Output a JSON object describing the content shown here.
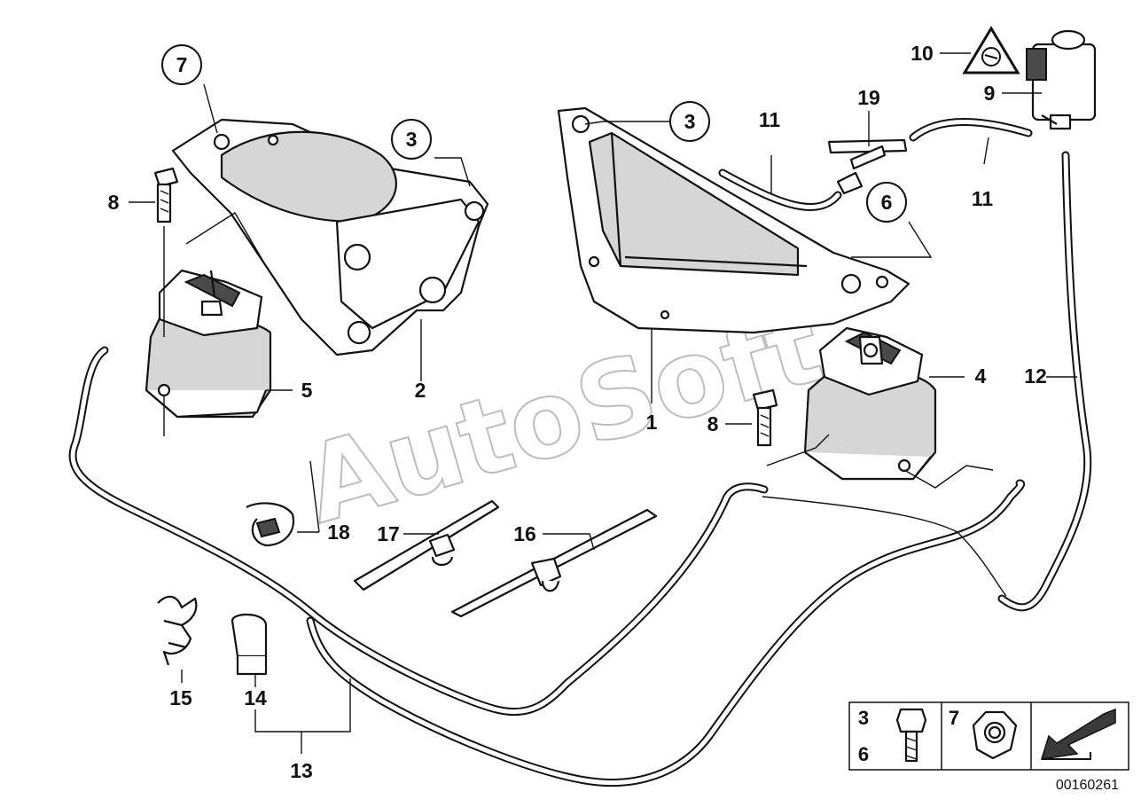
{
  "watermark": "AutoSoft",
  "diagram_code": "00160261",
  "labels": {
    "p1": "1",
    "p2": "2",
    "p3a": "3",
    "p3b": "3",
    "p4": "4",
    "p5": "5",
    "p6": "6",
    "p7": "7",
    "p8a": "8",
    "p8b": "8",
    "p9": "9",
    "p10": "10",
    "p11a": "11",
    "p11b": "11",
    "p12": "12",
    "p13": "13",
    "p14": "14",
    "p15": "15",
    "p16": "16",
    "p17": "17",
    "p18": "18",
    "p19": "19"
  },
  "legend": {
    "bolt_refs_top": "3",
    "bolt_refs_bottom": "6",
    "nut_ref": "7"
  },
  "icons": [
    "warning-triangle-icon",
    "direction-arrow-icon",
    "bolt-icon",
    "hex-nut-icon"
  ]
}
